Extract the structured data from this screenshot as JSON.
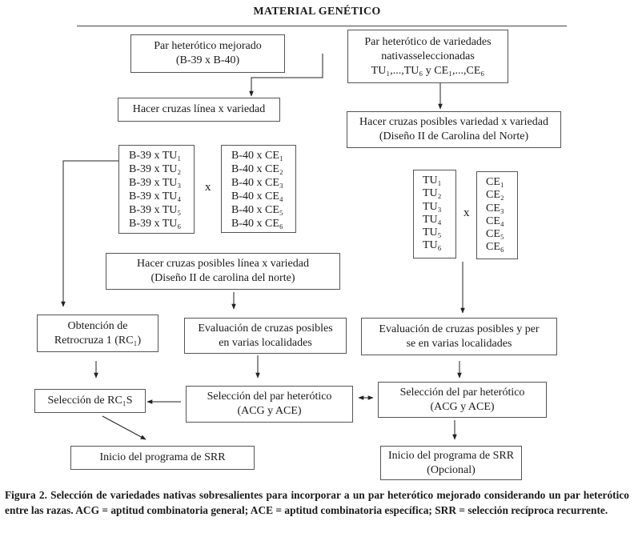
{
  "title": "MATERIAL GENÉTICO",
  "boxes": {
    "par_mejorado": [
      "Par heterótico mejorado",
      "(B-39 x B-40)"
    ],
    "par_nativas": [
      "Par heterótico de variedades",
      "nativasseleccionadas",
      "TU₁,...,TU₆ y CE₁,...,CE₆"
    ],
    "cruzas_linea": [
      "Hacer cruzas línea x variedad"
    ],
    "cruzas_variedad": [
      "Hacer cruzas posibles variedad x variedad",
      "(Diseño II de Carolina del Norte)"
    ],
    "b39_list": [
      "B-39 x TU₁",
      "B-39 x TU₂",
      "B-39 x TU₃",
      "B-39 x TU₄",
      "B-39 x TU₅",
      "B-39 x TU₆"
    ],
    "b40_list": [
      "B-40 x CE₁",
      "B-40 x CE₂",
      "B-40 x CE₃",
      "B-40 x CE₄",
      "B-40 x CE₅",
      "B-40 x CE₆"
    ],
    "tu_list": [
      "TU₁",
      "TU₂",
      "TU₃",
      "TU₄",
      "TU₅",
      "TU₆"
    ],
    "ce_list": [
      "CE₁",
      "CE₂",
      "CE₃",
      "CE₄",
      "CE₅",
      "CE₆"
    ],
    "cruzas_posibles": [
      "Hacer cruzas posibles línea x variedad",
      "(Diseño II  de carolina del norte)"
    ],
    "obtencion": [
      "Obtención de",
      "Retrocruza 1 (RC₁)"
    ],
    "eval_left": [
      "Evaluación de cruzas posibles",
      "en varias localidades"
    ],
    "eval_right": [
      "Evaluación de cruzas posibles y per",
      "se en varias localidades"
    ],
    "seleccion_rc": [
      "Selección de RC₁S"
    ],
    "seleccion_mid": [
      "Selección del par heterótico",
      "(ACG y ACE)"
    ],
    "seleccion_right": [
      "Selección del par heterótico",
      "(ACG y ACE)"
    ],
    "inicio_left": [
      "Inicio del programa de SRR"
    ],
    "inicio_right": [
      "Inicio del programa de SRR",
      "(Opcional)"
    ]
  },
  "cross_symbol": "x",
  "caption": "Figura 2. Selección de variedades nativas sobresalientes para incorporar a un par heterótico mejorado considerando un par heterótico entre las razas. ACG = aptitud combinatoria general; ACE = aptitud combinatoria específica; SRR = selección recíproca recurrente."
}
